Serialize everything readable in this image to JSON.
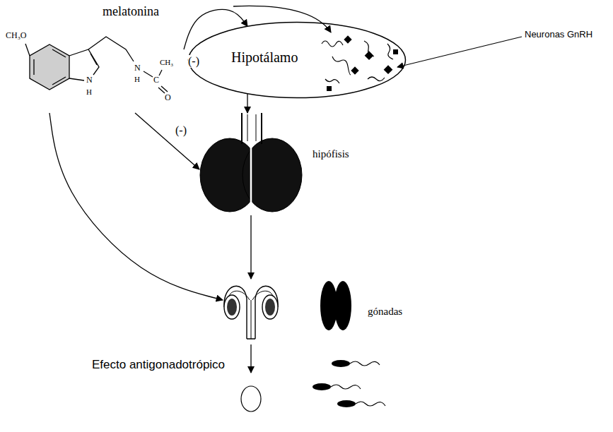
{
  "diagram": {
    "nodes": [
      {
        "text": [
          "melatonina"
        ]
      },
      {
        "text": [
          "Hipotálamo"
        ]
      },
      {
        "text": [
          "hipófisis"
        ]
      },
      {
        "text": [
          "gónadas"
        ]
      }
    ],
    "edges": [
      {
        "from": 0,
        "to": 1,
        "arrow": "to",
        "label": "(-)"
      },
      {
        "from": 0,
        "to": 2,
        "arrow": "to",
        "label": "(-)"
      },
      {
        "from": 0,
        "to": 3,
        "arrow": "to"
      },
      {
        "from": 1,
        "to": 2,
        "arrow": "to"
      },
      {
        "from": 2,
        "to": 3,
        "arrow": "to"
      }
    ],
    "labels": [
      "CH₃O",
      "N",
      "H",
      "N",
      "H",
      "C",
      "CH₃",
      "O",
      "Neuronas GnRH",
      "Efecto antigonadotrópico"
    ]
  }
}
